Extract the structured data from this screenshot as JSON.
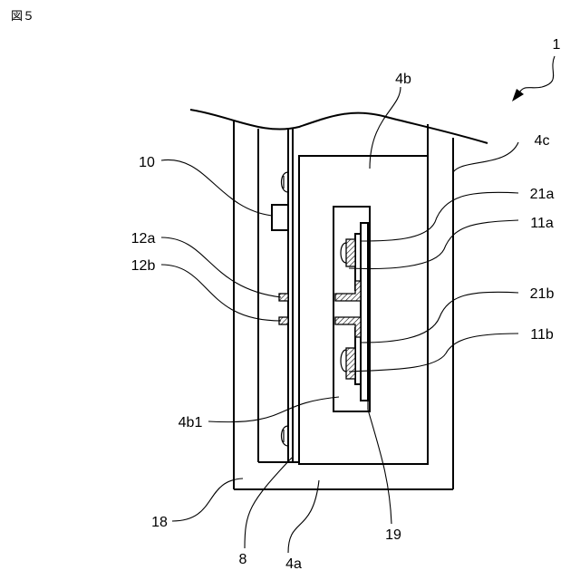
{
  "figure": {
    "title": "図５",
    "labels": {
      "device": "1",
      "part_4b": "4b",
      "part_4c": "4c",
      "part_10": "10",
      "part_21a": "21a",
      "part_11a": "11a",
      "part_12a": "12a",
      "part_12b": "12b",
      "part_21b": "21b",
      "part_11b": "11b",
      "part_4b1": "4b1",
      "part_18": "18",
      "part_8": "8",
      "part_4a": "4a",
      "part_19": "19"
    }
  }
}
